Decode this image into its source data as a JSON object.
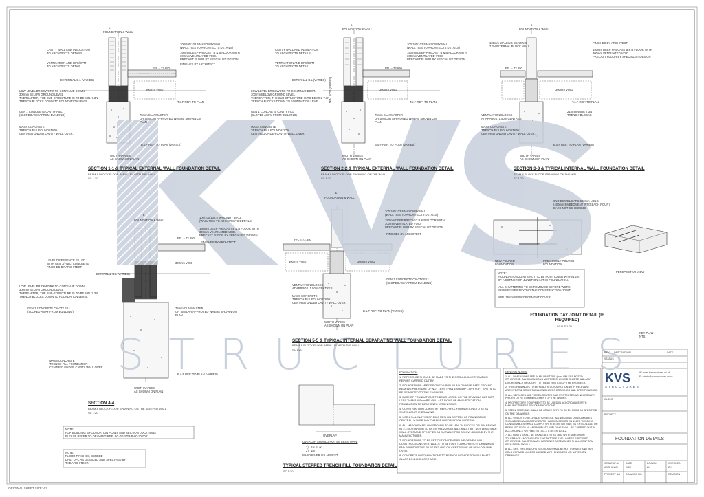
{
  "sections": [
    {
      "id": "s1",
      "title": "SECTION 1-1 & TYPICAL EXTERNAL WALL FOUNDATION DETAIL",
      "subtitle": "BEAM & BLOCK FLOOR PARALLEL WITH THE WALL",
      "scale": "SC 1:20"
    },
    {
      "id": "s2",
      "title": "SECTION 2-2 & TYPICAL EXTERNAL WALL FOUNDATION DETAIL",
      "subtitle": "BEAM & BLOCK FLOOR SPANNING ON THE WALL",
      "scale": "SC 1:20"
    },
    {
      "id": "s3",
      "title": "SECTION 3-3 & TYPICAL INTERNAL WALL FOUNDATION DETAIL",
      "subtitle": "BEAM & BLOCK FLOOR SPANNING ON THE WALL",
      "scale": "SC 1:20"
    },
    {
      "id": "s4",
      "title": "SECTION 4-4",
      "subtitle": "BEAM & BLOCK FLOOR SPANNING ON THE SLEEPER WALL",
      "scale": "SC 1:20"
    },
    {
      "id": "s5",
      "title": "SECTION 5-5 & TYPICAL INTERNAL SEPARATING WALL FOUNDATION DETAIL",
      "subtitle": "BEAM & BLOCK FLOOR PARALLEL WITH THE WALL",
      "scale": "SC 1:20"
    },
    {
      "id": "s6",
      "title": "TYPICAL STEPPED TRENCH FILL FOUNDATION DETAIL",
      "subtitle": "",
      "scale": "SC 1:20"
    },
    {
      "id": "s7",
      "title": "FOUNDATION DAY JOINT DETAIL (IF REQUIRED)",
      "subtitle": "",
      "scale": "SCALE 1:20"
    }
  ],
  "labels": {
    "cl": "£",
    "foundation_wall": "FOUNDATION & WALL",
    "masonry_wall": "100/100/102.5 MASONRY WALL\n(WALL TIES TO ARCHITECTS DETAILS)",
    "precast_floor": "150mm DEEP PRECAST B & B FLOOR WITH\n300mm VENTILATED VOID.\nPRECAST FLOOR BY SPECIALIST DESIGN",
    "finishes": "FINISHES BY ARCHITECT",
    "cavity_wall": "CAVITY WALL AND INSULATION\nTO ARCHITECTS DETAILS",
    "ventilation": "VENTILATION AND DPC/DPM\nTO ARCHITECTS DETAIL",
    "external_gl": "EXTERNAL G.L (VARIES)",
    "ffl": "FFL = 72.650",
    "void": "300mm VOID",
    "low_level": "LOW LEVEL BRICKWORK TO CONTINUE DOWN\n300mm BELOW GROUND LEVEL\nTHEREAFTER, THE SUB-STRUCTURE IS TO BE MIN. 7.3N\nTRENCH BLOCKS DOWN TO FOUNDATION LEVEL",
    "gen1": "GEN 1 CONCRETE CAVITY FILL\n(SLOPED AWAY FROM BUILDING)",
    "clay": "75mm CLAYMASTER\nOR SIMILAR APPROVED WHERE SHOWN ON\nPLAN",
    "mass": "MASS CONCRETE\nTRENCH FILL FOUNDATION\nCENTRED UNDER CAVITY WALL OVER.",
    "tof": "T.o.F REF: TO PLAN",
    "bof": "B.o.F REF: TO PLAN (VARIES)",
    "width": "WIDTH VARIES\nAS SHOWN ON PLAN",
    "min_depth": "MIN. 1000 (VARIES)",
    "internal_block": "100mm WALLING BEARING\n7.3N INTERNAL BLOCK WALL",
    "vent_blocks": "VENTILATION BLOCKS\nAT APPROX. 1.50m CENTRES",
    "trench_blocks": "215mm WIDE 7.3N\nTRENCH BLOCKS",
    "level_diff": "LEVEL DIFFERENCE FILLED\nWITH GEN 3/FND2 CONCRETE.\nFINISHED BY ARCHITECT",
    "new_poured": "NEW POURED\nFOUNDATION",
    "prev_poured": "PREVIOUSLY POURED\nFOUNDATION",
    "dowel": "6NO DOWEL BARS 600mm LONG\n(400mm EMBEDMENT INTO EACH POUR)\nBARS NOT SCHEDULED",
    "perspective": "PERSPECTIVE VIEW",
    "key_plan": "KEY PLAN\nNTS",
    "overlap": "OVERLAP",
    "overlap_note": "OVERLAP SHOULD NOT BE LESS THAN:",
    "overlap_formula": "1)   2 x S  or\n2)   1m",
    "whichever": "WHICHEVER IS LARGEST",
    "day_note": "NOTE:\n-FOUNDATION JOINTS NOT TO BE POSITIONED WITHIN 2m\nOF A CORNER OR JUNCTION IN THE FOUNDATION.\n\n-ALL SHUTTERING TO BE REMOVED BEFORE WORK\nPROGRESSES BEYOND THE CONSTRUCTION JOINT.\n\n-MIN. 75mm REINFORCEMENT COVER."
  },
  "note_boxes": {
    "ref": "NOTE:\nFOR BUILDING B FOUNDATION PLANS AND SECTION LOCATIONS\nPLEASE REFER TO DRAWING REF: BC-TG-STR-B-00-10-0001",
    "floor": "NOTE:\nFLOOR FINISHES, SCREED\nDPM, DPC AS DETAILED AND SPECIFIED BY\nTHE ARCHITECT."
  },
  "foundation_notes": {
    "heading": "FOUNDATION:",
    "items": [
      "1. REFERENCE SHOULD BE MADE TO THE GROUND INVESTIGATION REPORT CARRIED OUT BY",
      "2. FOUNDATIONS ARE DESIGNED UPON AN ALLOWABLE SAFE GROUND BEARING PRESSURE OF NOT LESS THAN 100 kN/m² - ANY SOFT SPOTS TO BE REPORTED TO THE ENGINEER.",
      "3. BASE OF FOUNDATIONS TO BE AS NOTED ON THE DRAWING BUT NOT LESS THAN 1000mm BELOW LAST SIGNS OF ANY VEGETATION. FOUNDATION TO BEAR ONTO VIRGIN SOILS.",
      "4. CONSTRUCTION JOINTS IN TRENCH FILL FOUNDATIONS TO BE AS SHOWN ON THE DRAWING.",
      "5. USE 4 No LENGTHS OF B503 MESH IN BOTTOM OF FOUNDATION CENTRALLY OVER ANY CHANGE IN FORMATION MATERIAL.",
      "6. ALL MASONRY BELOW GROUND TO BE MIN. 7N BLOCKS OR 20N BRICKS IN 1:3 MORTAR (M6 TO BS EN 998-2:2008 TABLE NA.2.) BUT NOT LESS THAN WALL OVER AND SPECIFIED AS SUITABLE FOR BELOW GROUND BY THE MANUFACTURER.",
      "7. FOUNDATIONS TO BE SET OUT ON CENTRELINE OF NEW WALL CONSTRUCTION OVER. WALLS TO SET OUT TO ARCHITECTS DRAWINGS. PAD FOUNDATIONS TO BE SET OUT ON CENTRELINE OF NEW COLUMN OVER.",
      "8. CONCRETE IN FOUNDATIONS TO BE FND2 WITH DESIGN SULPHATE CLASS DS-2 AND ACEC AC-2."
    ]
  },
  "general_notes": {
    "heading": "GENERAL NOTES:",
    "items": [
      "1. ALL DIMENSIONS ARE IN MILLIMETERS (mm) UNLESS NOTED OTHERWISE. ALL DIMENSIONS MUST BE CHECKED ON SITE AND ANY DISCREPANCY BROUGHT TO THE ATTENTION OF THE ENGINEER.",
      "2. THIS DRAWING IS TO BE READ IN CONJUNCTION WITH RELEVANT ARCHITECT & STRUCTURAL ENGINEERS DRAWINGS AND SPECIFICATIONS.",
      "3. ALL SERVICES ARE TO BE LOCATED AND PROTECTED AS NECESSARY PRIOR TO THE COMMENCEMENT OF THE WORKS.",
      "4. PROPRIETARY EQUIPMENT TO BE USED IN ACCORDANCE WITH MANUFACTURERS RECOMMENDATIONS.",
      "5. STEEL SECTIONS SHALL BE GRADE S275 TO BS EN 10025 AS SPECIFIED ON THE DRAWINGS.",
      "6. ALL WELDS TO BE GRADE S275 (E43). ALL WELDING CONSUMABLES SHOULD BE MANUFACTURED TO HARMONISED BS EN 13479. WELDING CONSUMABLES SHALL COMPLY WITH BS EN ISO 2560, BS EN ISO 14341 OR BS EN ISO 17632 AS APPROPRIATE. WELDING SHALL BE CARRIED OUT IN ACCORDANCE WITH BS EN 1011-1 & BS EN 1011-2.",
      "7. ALL BOLTS SHALL BE GRADE 8.8 TO BS 3692 WITH DIMENSION TOLERANCE AND THREAD LENGTH TO BS 4190 UNLESS SPECIFIED OTHERWISE. ALL ORDINARY FASTENER ASSEMBLIES SHALL CONFORM WITH BS EN 15048-1.",
      "8. ALL SHS, RHS AND CHS SECTIONS SHALL BE HOT FORMED AND NOT COLD FORMED UNLESS AGREED WITH ENGINEER OR NOTED ON DRAWINGS."
    ]
  },
  "title_block": {
    "rev": "REV",
    "description": "DESCRIPTION",
    "date": "DATE",
    "status": "STATUS",
    "client": "CLIENT:",
    "project": "PROJECT:",
    "drawing_title": "FOUNDATION DETAILS",
    "scale_label": "SCALE AT A1",
    "scale": "AS SHOWN",
    "date_label": "DATE",
    "date_value": "2020",
    "drawn_label": "DRAWN",
    "drawn": "ZK",
    "checked_label": "CHECKED",
    "checked": "ZK",
    "project_no": "PROJECT NO",
    "drawing_no": "DRAWING NO",
    "revision": "REVISION",
    "web": "W: www.kvsstructures.co.uk",
    "email": "E: admin@kvsstructures.co.uk",
    "logo": "KVS",
    "logo_sub": "STRUCTURES"
  },
  "watermark": {
    "main": "KVS",
    "sub": "STRUCTURES"
  },
  "sheet_size": "ORIGINAL SHEET SIZE: A1",
  "colors": {
    "watermark": "#c8d0dc",
    "ink": "#333333",
    "logo": "#2b4a7a"
  }
}
